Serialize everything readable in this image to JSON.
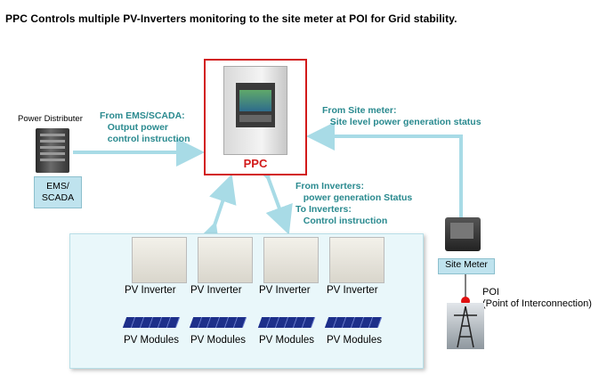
{
  "title": "PPC Controls multiple PV-Inverters monitoring  to the site meter at POI for Grid  stability.",
  "power_distributer_label": "Power Distributer",
  "ems_tag": "EMS/\nSCADA",
  "from_ems_text": "From EMS/SCADA:\n   Output power\n   control instruction",
  "ppc_label": "PPC",
  "from_site_meter_text": "From Site meter:\n   Site level power generation status",
  "from_inverters_text": "From Inverters:\n   power generation Status\nTo Inverters:\n   Control instruction",
  "site_meter_tag": "Site Meter",
  "poi_text": "POI\n(Point of Interconnection)",
  "inverters": [
    "PV Inverter",
    "PV Inverter",
    "PV Inverter",
    "PV Inverter"
  ],
  "modules": [
    "PV Modules",
    "PV Modules",
    "PV Modules",
    "PV Modules"
  ],
  "colors": {
    "arrow": "#a8dbe6",
    "ppc_border": "#d21a1a",
    "teal_text": "#2a8a8f",
    "poi_dot": "#e01010"
  }
}
